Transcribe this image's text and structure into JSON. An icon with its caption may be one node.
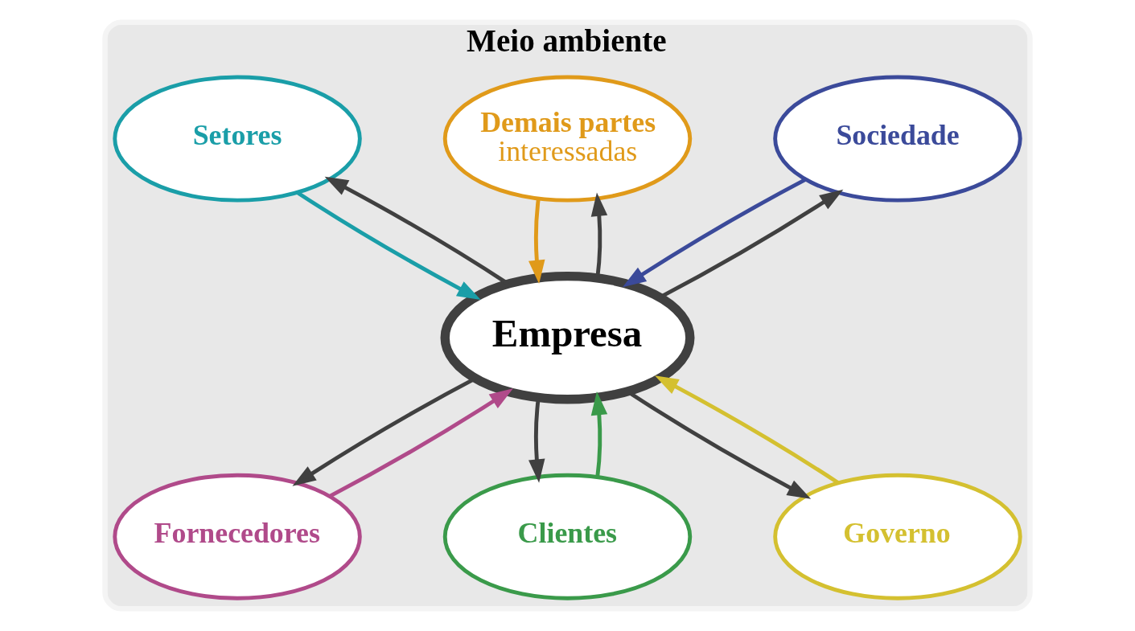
{
  "diagram": {
    "nodes": [
      {
        "text": [
          "Meio ambiente"
        ]
      },
      {
        "text": [
          "Sociedade"
        ],
        "in": 0
      },
      {
        "text": [
          "Demais partes",
          "interessadas"
        ],
        "in": 0
      },
      {
        "text": [
          "Setores"
        ],
        "in": 0
      },
      {
        "text": [
          "Empresa"
        ],
        "in": 0
      },
      {
        "text": [
          "Fornecedores"
        ],
        "in": 0
      },
      {
        "text": [
          "Clientes"
        ],
        "in": 0
      },
      {
        "text": [
          "Governo"
        ],
        "in": 0
      }
    ],
    "edges": [
      {
        "from": 4,
        "to": 1,
        "arrow": "to"
      },
      {
        "from": 1,
        "to": 4,
        "arrow": "to",
        "color": "#3b4a9a"
      },
      {
        "from": 4,
        "to": 2,
        "arrow": "to"
      },
      {
        "from": 2,
        "to": 4,
        "arrow": "to",
        "color": "#e09a1a"
      },
      {
        "from": 4,
        "to": 3,
        "arrow": "to"
      },
      {
        "from": 3,
        "to": 4,
        "arrow": "to",
        "color": "#1a9ea8"
      },
      {
        "from": 4,
        "to": 5,
        "arrow": "to"
      },
      {
        "from": 5,
        "to": 4,
        "arrow": "to",
        "color": "#b04a8a"
      },
      {
        "from": 4,
        "to": 6,
        "arrow": "to"
      },
      {
        "from": 6,
        "to": 4,
        "arrow": "to",
        "color": "#3a9a4a"
      },
      {
        "from": 4,
        "to": 7,
        "arrow": "to"
      },
      {
        "from": 7,
        "to": 4,
        "arrow": "to",
        "color": "#d4c030"
      }
    ]
  }
}
